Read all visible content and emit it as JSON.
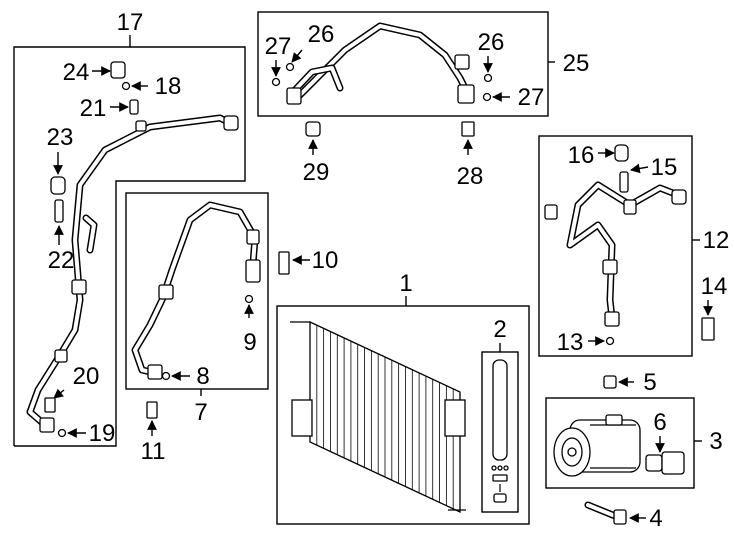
{
  "callouts": {
    "c1": "1",
    "c2": "2",
    "c3": "3",
    "c4": "4",
    "c5": "5",
    "c6": "6",
    "c7": "7",
    "c8": "8",
    "c9": "9",
    "c10": "10",
    "c11": "11",
    "c12": "12",
    "c13": "13",
    "c14": "14",
    "c15": "15",
    "c16": "16",
    "c17": "17",
    "c18": "18",
    "c19": "19",
    "c20": "20",
    "c21": "21",
    "c22": "22",
    "c23": "23",
    "c24": "24",
    "c25": "25",
    "c26a": "26",
    "c26b": "26",
    "c27a": "27",
    "c27b": "27",
    "c28": "28",
    "c29": "29"
  },
  "icons": {
    "arrow": "arrow-pointer-icon",
    "condenser": "condenser-icon",
    "compressor": "compressor-icon",
    "hose": "refrigerant-hose-icon",
    "bolt": "bolt-icon",
    "oring": "o-ring-icon",
    "valve": "valve-core-icon",
    "cap": "service-cap-icon"
  }
}
